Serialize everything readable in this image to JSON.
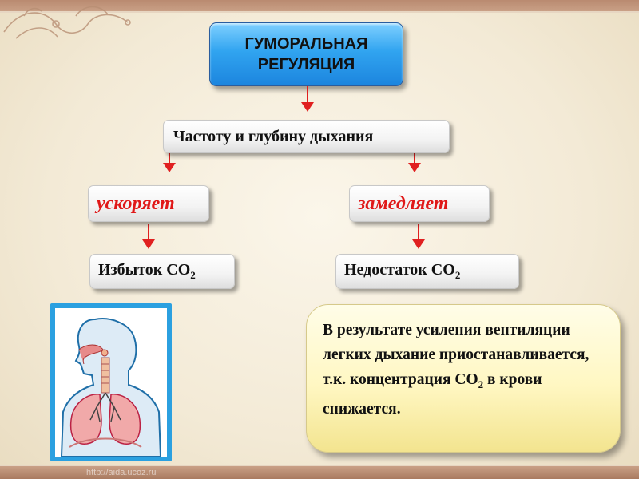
{
  "title": "ГУМОРАЛЬНАЯ\nРЕГУЛЯЦИЯ",
  "subject": "Частоту и глубину дыхания",
  "left_branch": {
    "verb": "ускоряет",
    "cause": "Избыток СО",
    "cause_sub": "2"
  },
  "right_branch": {
    "verb": "замедляет",
    "cause": "Недостаток СО",
    "cause_sub": "2"
  },
  "note": {
    "part1": "В результате усиления вентиляции легких дыхание приостанавливается, т.к. концентрация СО",
    "sub": "2",
    "part2": " в крови снижается."
  },
  "illustration": {
    "icon": "respiratory-system-icon"
  },
  "watermark": "http://aida.ucoz.ru",
  "colors": {
    "title_bg": "#31a4f0",
    "accent_red": "#e01818",
    "note_bg": "#fff7c2",
    "frame": "#2ba0e0"
  }
}
